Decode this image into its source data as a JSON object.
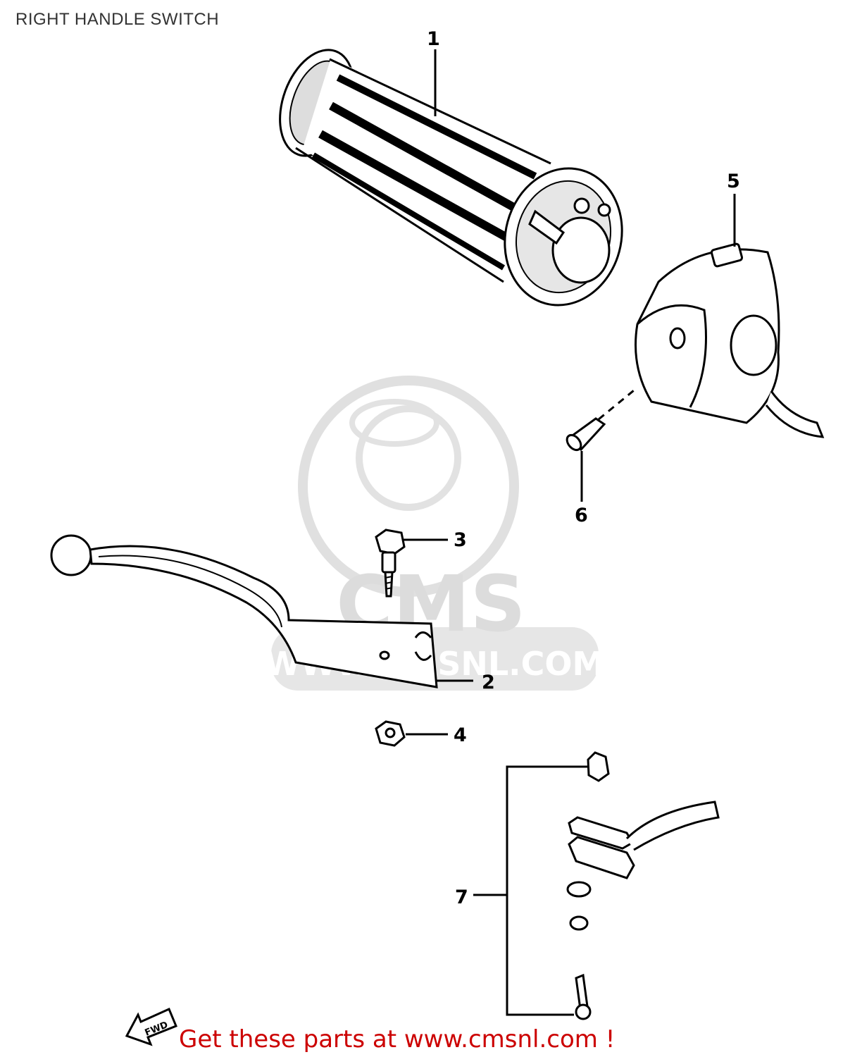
{
  "title": "RIGHT HANDLE SWITCH",
  "footer": "Get these parts at www.cmsnl.com !",
  "callouts": [
    "1",
    "2",
    "3",
    "4",
    "5",
    "6",
    "7"
  ],
  "watermark": {
    "brand": "CMS",
    "url": "WWW.CMSNL.COM"
  },
  "fwd_arrow_label": "FWD",
  "colors": {
    "line": "#000000",
    "footer_text": "#cc0000",
    "watermark": "#d8d8d8"
  }
}
